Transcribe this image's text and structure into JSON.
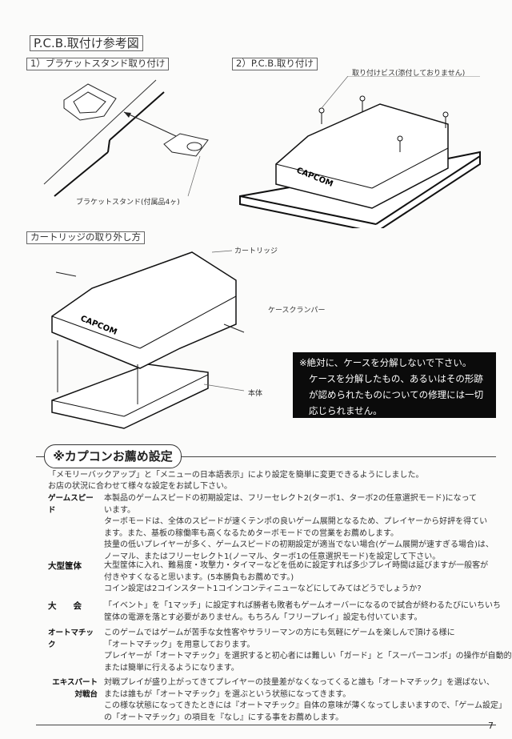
{
  "header": {
    "title": "P.C.B.取付け参考図",
    "step1_title": "1）ブラケットスタンド取り付け",
    "step2_title": "2）P.C.B.取り付け",
    "step3_title": "カートリッジの取り外し方"
  },
  "diagram1": {
    "bracket_label": "ブラケットスタンド(付属品4ヶ)"
  },
  "diagram2": {
    "screw_label": "取り付けビス(添付しておりません)",
    "logo": "CAPCOM"
  },
  "diagram3": {
    "cartridge_label": "カートリッジ",
    "clamper_label": "ケースクランパー",
    "base_label": "本体",
    "logo": "CAPCOM"
  },
  "warning": {
    "lines": [
      "※絶対に、ケースを分解しないで下さい。",
      "ケースを分解したもの、あるいはその形跡",
      "が認められたものについての修理には一切",
      "応じられません。"
    ]
  },
  "recommend": {
    "heading": "※カプコンお薦め設定",
    "intro": [
      "「メモリーバックアップ」と「メニューの日本語表示」により設定を簡単に変更できるようにしました。",
      "お店の状況に合わせて様々な設定をお試し下さい。"
    ],
    "entries": [
      {
        "label": "ゲームスピード",
        "lines": [
          "本製品のゲームスピードの初期設定は、フリーセレクト2(ターボ1、ターボ2の任意選択モード)になって",
          "います。",
          "ターボモードは、全体のスピードが速くテンポの良いゲーム展開となるため、プレイヤーから好評を得てい",
          "ます。また、基板の稼働率も高くなるためターボモードでの営業をお薦めします。",
          "技量の低いプレイヤーが多く、ゲームスピードの初期設定が適当でない場合(ゲーム展開が速すぎる場合)は、",
          "ノーマル、またはフリーセレクト1(ノーマル、ターボ1の任意選択モード)を設定して下さい。"
        ]
      },
      {
        "label": "大型筐体",
        "lines": [
          "大型筐体に入れ、難易度・攻撃力・タイマーなどを低めに設定すれば多少プレイ時間は延びますが一般客が",
          "付きやすくなると思います。(5本勝負もお薦めです。)",
          "コイン設定は2コインスタート1コインコンティニューなどにしてみてはどうでしょうか?"
        ]
      },
      {
        "label": "大　　会",
        "lines": [
          "「イベント」を「1マッチ」に設定すれば勝者も敗者もゲームオーバーになるので試合が終わるたびにいちいち",
          "筐体の電源を落とす必要がありません。もちろん「フリープレイ」設定も付いています。"
        ]
      },
      {
        "label": "オートマチック",
        "lines": [
          "このゲームではゲームが苦手な女性客やサラリーマンの方にも気軽にゲームを楽しんで頂ける様に",
          "「オートマチック」を用意しております。",
          "プレイヤーが「オートマチック」を選択すると初心者には難しい「ガード」と「スーパーコンボ」の操作が自動的",
          "または簡単に行えるようになります。"
        ]
      },
      {
        "label": "エキスパート",
        "label2": "対戦台",
        "lines": [
          "対戦プレイが盛り上がってきてプレイヤーの技量差がなくなってくると誰も「オートマチック」を選ばない、",
          "または誰もが「オートマチック」を選ぶという状態になってきます。",
          "この様な状態になってきたときには『オートマチック』自体の意味が薄くなってしまいますので、「ゲーム設定」",
          "の「オートマチック」の項目を『なし』にする事をお薦めします。"
        ]
      }
    ]
  },
  "page_number": "7"
}
